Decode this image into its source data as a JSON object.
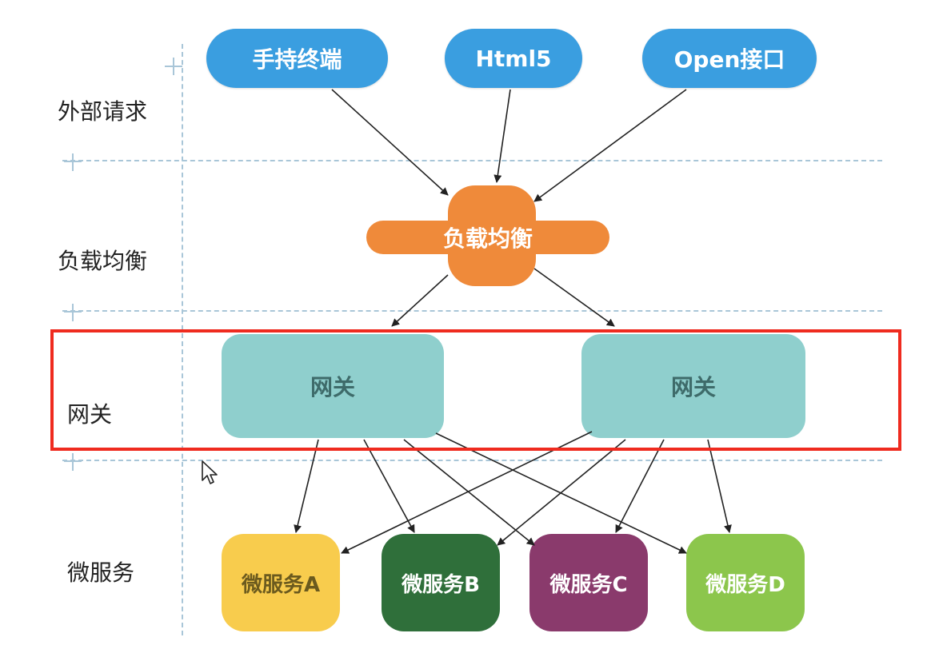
{
  "layers": {
    "external": "外部请求",
    "load_balance": "负载均衡",
    "gateway": "网关",
    "microservice": "微服务"
  },
  "clients": {
    "handheld": "手持终端",
    "html5": "Html5",
    "open_api": "Open接口"
  },
  "load_balancer": {
    "label": "负载均衡"
  },
  "gateways": [
    {
      "label": "网关"
    },
    {
      "label": "网关"
    }
  ],
  "services": [
    {
      "label": "微服务A",
      "color": "#f8cc4d",
      "text_color": "#6b5a1e"
    },
    {
      "label": "微服务B",
      "color": "#2f6f3a",
      "text_color": "#ffffff"
    },
    {
      "label": "微服务C",
      "color": "#8a3a6c",
      "text_color": "#ffffff"
    },
    {
      "label": "微服务D",
      "color": "#8cc64c",
      "text_color": "#ffffff"
    }
  ],
  "colors": {
    "client_blue": "#3a9ee0",
    "load_balancer_orange": "#ef8a3a",
    "gateway_teal": "#8fcfcd",
    "highlight_red": "#ef2b1f",
    "divider": "#a9c6d8"
  }
}
